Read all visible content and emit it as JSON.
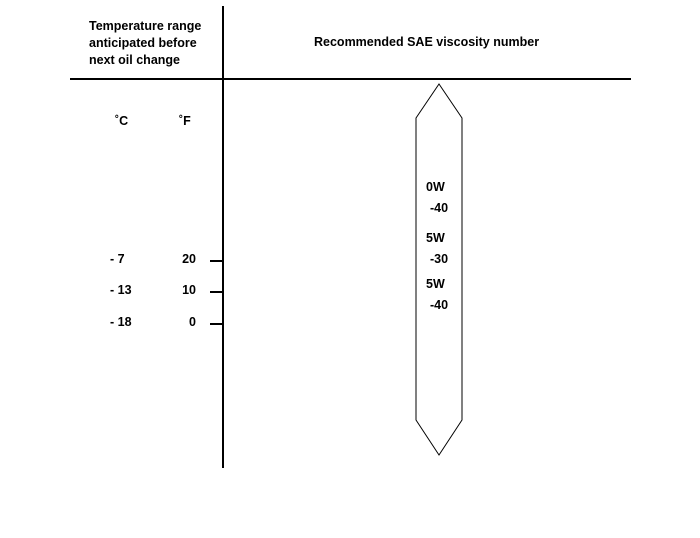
{
  "header": {
    "left_lines": [
      "Temperature range",
      "anticipated before",
      "next oil change"
    ],
    "right": "Recommended SAE viscosity number"
  },
  "units": {
    "celsius": "˚C",
    "fahrenheit": "˚F"
  },
  "temperatures": [
    {
      "c": "-  7",
      "f": "20"
    },
    {
      "c": "- 13",
      "f": "10"
    },
    {
      "c": "- 18",
      "f": "0"
    }
  ],
  "grades": [
    {
      "line1": "0W",
      "line2": "-40"
    },
    {
      "line1": "5W",
      "line2": "-30"
    },
    {
      "line1": "5W",
      "line2": "-40"
    }
  ]
}
